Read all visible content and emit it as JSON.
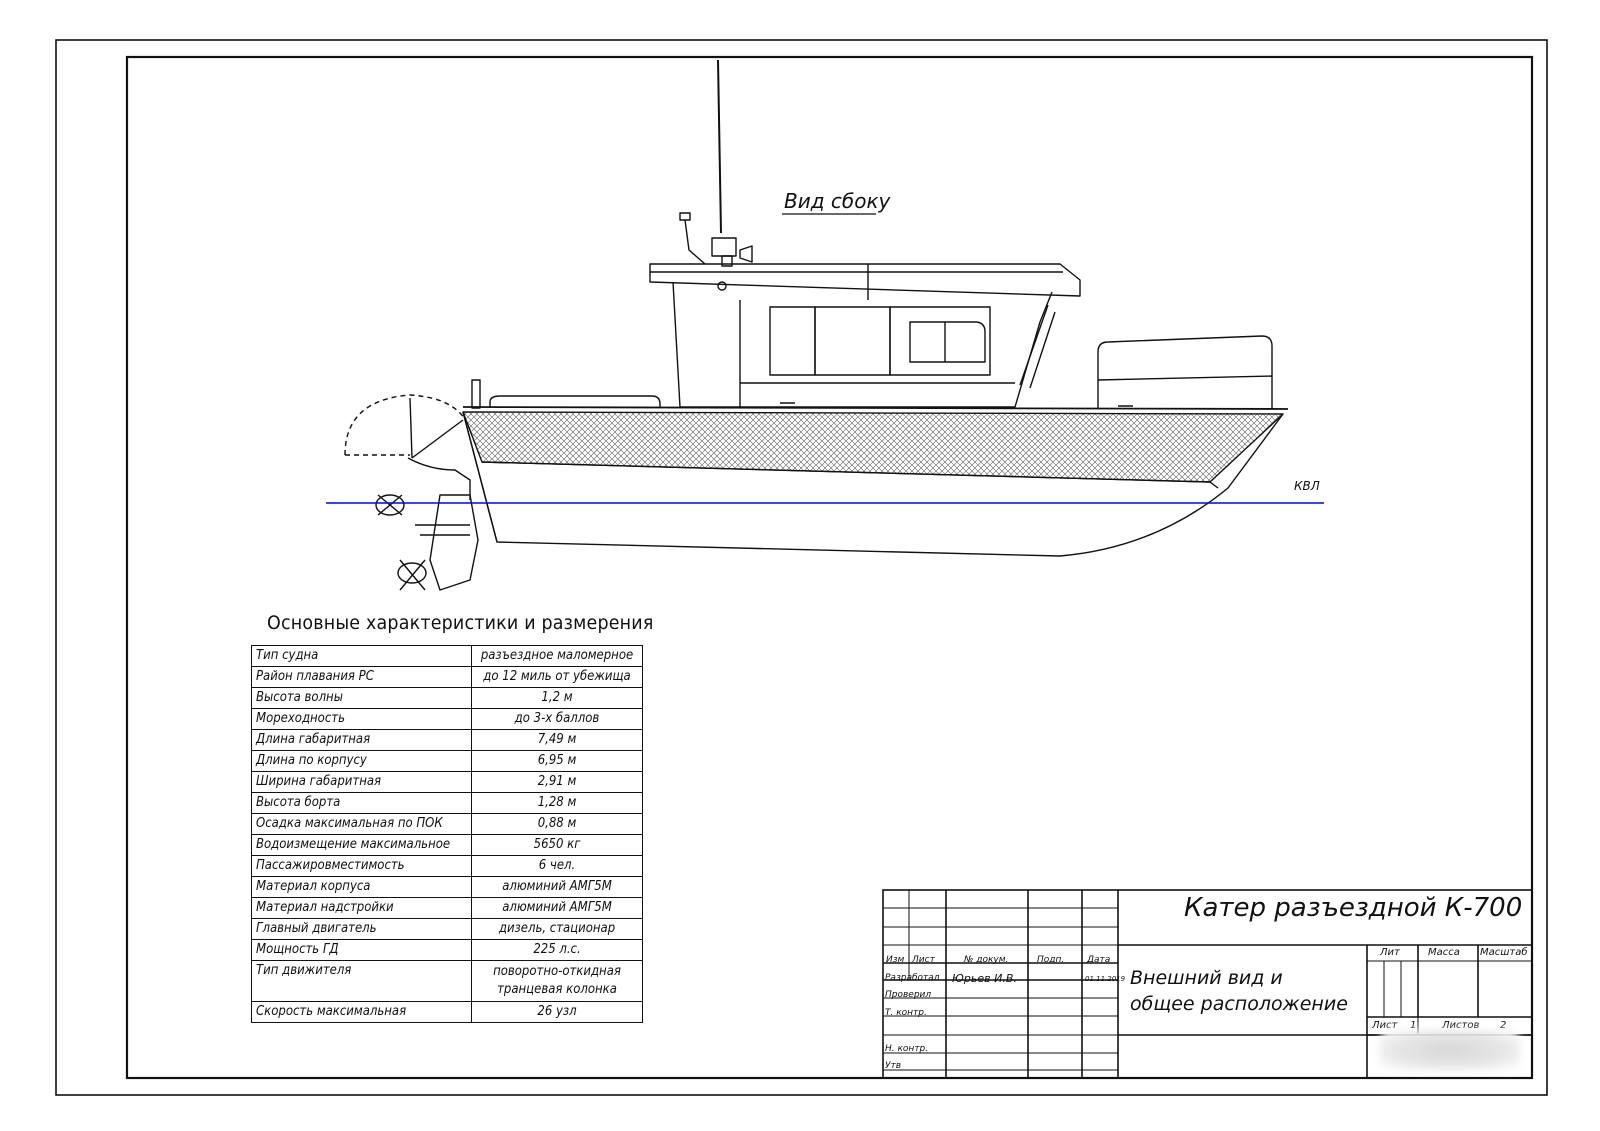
{
  "view_title": "Вид сбоку",
  "waterline_label": "КВЛ",
  "colors": {
    "line": "#111111",
    "waterline": "#0000ff"
  },
  "specs": {
    "title": "Основные характеристики и размерения",
    "rows": [
      {
        "param": "Тип судна",
        "value": "разъездное маломерное"
      },
      {
        "param": "Район плавания РС",
        "value": "до 12 миль от убежища"
      },
      {
        "param": "Высота волны",
        "value": "1,2 м"
      },
      {
        "param": "Мореходность",
        "value": "до 3-х баллов"
      },
      {
        "param": "Длина габаритная",
        "value": "7,49 м"
      },
      {
        "param": "Длина по корпусу",
        "value": "6,95 м"
      },
      {
        "param": "Ширина габаритная",
        "value": "2,91 м"
      },
      {
        "param": "Высота борта",
        "value": "1,28 м"
      },
      {
        "param": "Осадка максимальная по ПОК",
        "value": "0,88 м"
      },
      {
        "param": "Водоизмещение максимальное",
        "value": "5650 кг"
      },
      {
        "param": "Пассажировместимость",
        "value": "6 чел."
      },
      {
        "param": "Материал корпуса",
        "value": "алюминий АМГ5М"
      },
      {
        "param": "Материал надстройки",
        "value": "алюминий АМГ5М"
      },
      {
        "param": "Главный двигатель",
        "value": "дизель, стационар"
      },
      {
        "param": "Мощность ГД",
        "value": "225 л.с."
      },
      {
        "param": "Тип движителя",
        "value": "поворотно-откидная транцевая колонка"
      },
      {
        "param": "Скорость максимальная",
        "value": "26 узл"
      }
    ]
  },
  "title_block": {
    "name": "Катер разъездной К-700",
    "sheet_title": "Внешний вид и общее расположение",
    "col_headers": {
      "izm": "Изм",
      "list": "Лист",
      "doc": "№ докум.",
      "sign": "Подп.",
      "date": "Дата"
    },
    "roles": {
      "developed": "Разработал",
      "checked": "Проверил",
      "tech_control": "Т. контр.",
      "norm_control": "Н. контр.",
      "approved": "Утв"
    },
    "developer": "Юрьев И.В.",
    "date": "01.11.2019",
    "lit_label": "Лит",
    "mass_label": "Масса",
    "scale_label": "Масштаб",
    "sheet_label": "Лист",
    "sheet_no": "1",
    "sheets_label": "Листов",
    "sheets_total": "2"
  }
}
